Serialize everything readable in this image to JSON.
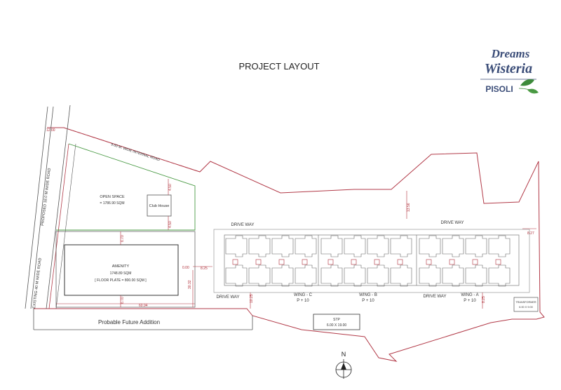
{
  "title": "PROJECT LAYOUT",
  "logo": {
    "line1": "Dreams",
    "line2": "Wisteria",
    "line3": "PISOLI",
    "color_primary": "#3b4d78",
    "color_leaf": "#3d8a3a"
  },
  "colors": {
    "boundary": "#b23a48",
    "green_line": "#4b9b46",
    "outline": "#555555",
    "dimension": "#b0303a"
  },
  "roads": {
    "road1": "EXISTING 40 M WIDE ROAD",
    "road2": "PROPOSED 18.0 M WIDE ROAD",
    "road3": "9.00 M. WIDE INTERNAL ROAD",
    "road_width": "12.00"
  },
  "areas": {
    "open_space": "OPEN SPACE",
    "open_space_area": "= 1786.90 SQM",
    "club_house": "Club House",
    "amenity": "AMENITY",
    "amenity_area": "1748.89 SQM",
    "amenity_plate": "[ FLOOR PLATE = 800.00 SQM ]",
    "future": "Probable Future Addition",
    "stp": "STP",
    "stp_size": "6.00 X 19.00",
    "transformer": "TRANSFORMER",
    "transformer_size": "6.00 X 9.00"
  },
  "drive_ways": [
    "DRIVE WAY",
    "DRIVE WAY",
    "DRIVE WAY",
    "DRIVE WAY"
  ],
  "wings": [
    {
      "name": "WING - C",
      "floors": "P + 10"
    },
    {
      "name": "WING - B",
      "floors": "P + 10"
    },
    {
      "name": "WING - A",
      "floors": "P + 10"
    }
  ],
  "dimensions": {
    "d1": "13.56",
    "d2": "8.27",
    "d3": "8.25",
    "d4": "6.70",
    "d5": "6.70",
    "d6": "0.00",
    "d7": "30.32",
    "d8": "60.94",
    "d9": "4.50",
    "d10": "4.50",
    "d11": "10.25",
    "d12": "8.25"
  },
  "north": "N"
}
